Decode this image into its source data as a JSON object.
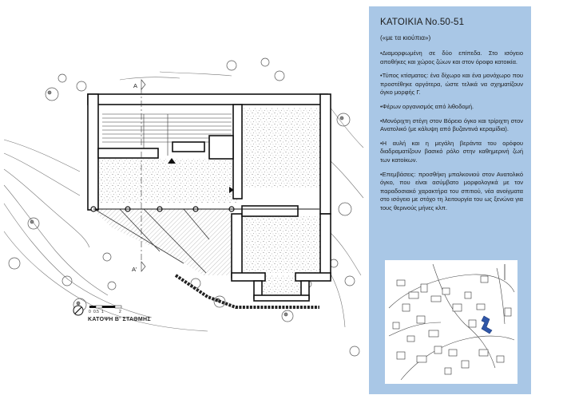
{
  "plan": {
    "section_a_top": "A",
    "section_a_bottom": "A'",
    "scale_ticks": [
      "0",
      "0.5",
      "1",
      "2"
    ],
    "caption": "ΚΑΤΟΨΗ Β' ΣΤΑΘΜΗΣ"
  },
  "panel": {
    "title": "ΚΑΤΟΙΚΙΑ  No.50-51",
    "subtitle": "(«με τα κιούπια»)",
    "items": [
      "Διαμορφωμένη σε δύο επίπεδα. Στο ισόγειο αποθήκες και χώρος ζώων και στον όροφο κατοικία.",
      "Τύπος κτίσματος: ένα δίχωρο και ένα μονόχωρο που προστέθηκε αργότερα, ώστε τελικά να σχηματίζουν όγκο μορφής Γ.",
      "Φέρων οργανισμός από λιθοδομή.",
      "Μονόριχτη στέγη στον Βόρειο όγκο και τρίριχτη στον Ανατολικό (με κάλυψη από βυζαντινά κεραμίδια).",
      "Η αυλή και η μεγάλη βεράντα του ορόφου διαδραματίζουν βασικό ρόλο στην καθημερινή ζωή των κατοίκων.",
      "Επεμβάσεις: προσθήκη μπαλκονιού στον Ανατολικό όγκο, που είναι ασύμβατο μορφολογικά με τον παραδοσιακό χαρακτήρα του σπιτιού, νέα ανοίγματα στο ισόγειο με στόχο τη λειτουργία του ως ξενώνα για τους θερινούς μήνες κλπ."
    ]
  },
  "colors": {
    "panel_bg": "#a9c7e6",
    "highlight_building": "#2f56a8",
    "ink": "#1b1b1b"
  }
}
